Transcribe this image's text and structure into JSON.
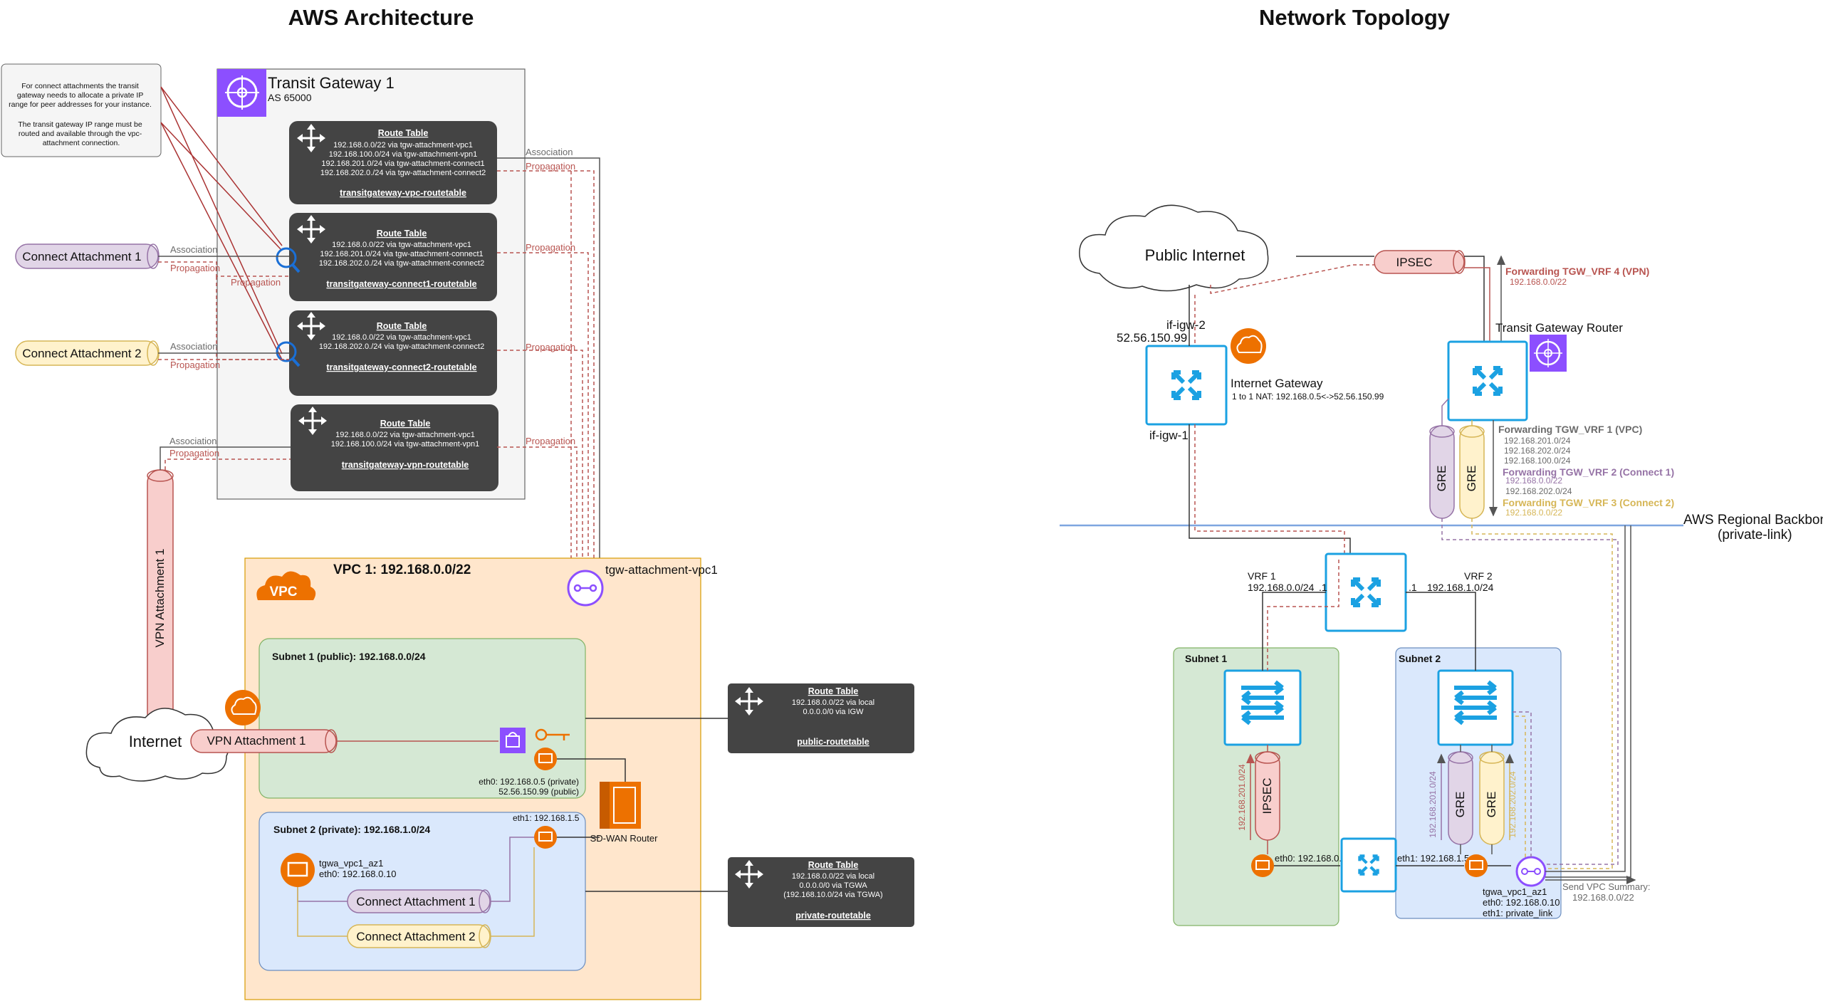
{
  "titles": {
    "aws": "AWS Architecture",
    "network": "Network Topology"
  },
  "note": {
    "lines": [
      "For connect attachments the transit",
      "gateway needs to allocate a private IP",
      "range for peer addresses for your instance.",
      "",
      "The transit gateway IP range must be",
      "routed and available through the vpc-",
      "attachment connection."
    ]
  },
  "tgw": {
    "title": "Transit Gateway 1",
    "asn": "AS 65000"
  },
  "route_tables": [
    {
      "title": "Route Table",
      "routes": [
        "192.168.0.0/22 via tgw-attachment-vpc1",
        "192.168.100.0/24 via tgw-attachment-vpn1",
        "192.168.201.0/24 via tgw-attachment-connect1",
        "192.168.202.0./24 via tgw-attachment-connect2"
      ],
      "name": "transitgateway-vpc-routetable"
    },
    {
      "title": "Route Table",
      "routes": [
        "192.168.0.0/22 via tgw-attachment-vpc1",
        "192.168.201.0/24 via tgw-attachment-connect1",
        "192.168.202.0./24 via tgw-attachment-connect2"
      ],
      "name": "transitgateway-connect1-routetable"
    },
    {
      "title": "Route Table",
      "routes": [
        "192.168.0.0/22 via tgw-attachment-vpc1",
        "192.168.202.0./24 via tgw-attachment-connect2"
      ],
      "name": "transitgateway-connect2-routetable"
    },
    {
      "title": "Route Table",
      "routes": [
        "192.168.0.0/22 via tgw-attachment-vpc1",
        "192.168.100.0/24 via tgw-attachment-vpn1"
      ],
      "name": "transitgateway-vpn-routetable"
    },
    {
      "title": "Route Table",
      "routes": [
        "192.168.0.0/22 via local",
        "0.0.0.0/0 via IGW"
      ],
      "name": "public-routetable"
    },
    {
      "title": "Route Table",
      "routes": [
        "192.168.0.0/22 via local",
        "0.0.0.0/0 via TGWA",
        "(192.168.10.0/24 via TGWA)"
      ],
      "name": "private-routetable"
    }
  ],
  "labels": {
    "association": "Association",
    "propagation": "Propagation",
    "connect_attachment_1": "Connect Attachment 1",
    "connect_attachment_2": "Connect Attachment 2",
    "vpn_attachment_1": "VPN Attachment 1",
    "internet": "Internet",
    "vpc_label": "VPC",
    "vpc_title": "VPC 1: 192.168.0.0/22",
    "tgw_attachment_vpc1": "tgw-attachment-vpc1",
    "subnet1_public": "Subnet 1 (public): 192.168.0.0/24",
    "subnet2_private": "Subnet 2 (private): 192.168.1.0/24",
    "eth0_private": "eth0: 192.168.0.5 (private)",
    "eth0_public": "52.56.150.99 (public)",
    "eth1": "eth1: 192.168.1.5",
    "sdwan_router": "SD-WAN Router",
    "tgwa_name": "tgwa_vpc1_az1",
    "tgwa_eth0": "eth0: 192.168.0.10"
  },
  "topology": {
    "public_internet": "Public Internet",
    "ipsec": "IPSEC",
    "fwd_vrf4": "Forwarding TGW_VRF 4 (VPN)",
    "fwd_vrf4_r": "192.168.0.0/22",
    "tgw_router": "Transit Gateway Router",
    "if_igw2": "if-igw-2",
    "if_igw2_ip": "52.56.150.99",
    "igw": "Internet Gateway",
    "igw_nat": "1 to 1 NAT: 192.168.0.5<->52.56.150.99",
    "if_igw1": "if-igw-1",
    "fwd_vrf1": "Forwarding TGW_VRF 1 (VPC)",
    "fwd_vrf1_r": [
      "192.168.201.0/24",
      "192.168.202.0/24",
      "192.168.100.0/24"
    ],
    "fwd_vrf2": "Forwarding TGW_VRF 2 (Connect 1)",
    "fwd_vrf2_r": [
      "192.168.0.0/22",
      "192.168.202.0/24"
    ],
    "fwd_vrf3": "Forwarding TGW_VRF 3 (Connect 2)",
    "fwd_vrf3_r": "192.168.0.0/22",
    "gre": "GRE",
    "backbone": "AWS Regional Backbone",
    "backbone2": "(private-link)",
    "vrf1": "VRF 1",
    "vrf1_net": "192.168.0.0/24",
    "vrf2": "VRF 2",
    "vrf2_net": "192.168.1.0/24",
    "dot1a": ".1",
    "dot1b": ".1",
    "subnet1": "Subnet 1",
    "subnet2": "Subnet 2",
    "route201": "192.168.201.0/24",
    "route202": "192.168.202.0/24",
    "eth0": "eth0: 192.168.0.5",
    "eth1": "eth1: 192.168.1.5",
    "tgwa": "tgwa_vpc1_az1",
    "tgwa_eth0": "eth0: 192.168.0.10",
    "tgwa_eth1": "eth1: private_link",
    "send_summary": "Send VPC Summary:",
    "send_summary_net": "192.168.0.0/22"
  },
  "colors": {
    "red": "#b85450",
    "purple": "#9673a6",
    "gold": "#d6b656",
    "router_blue": "#1ba1e2",
    "aws_orange": "#ed7100"
  }
}
